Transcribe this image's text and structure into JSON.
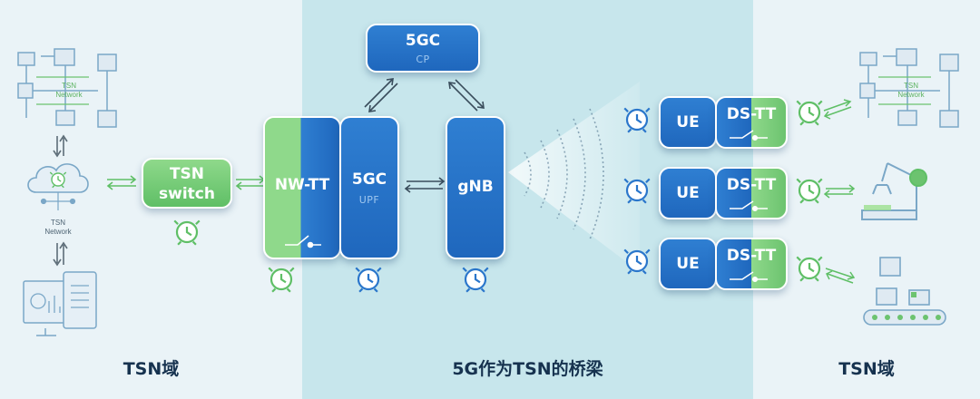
{
  "regions": {
    "left_label": "TSN域",
    "middle_label": "5G作为TSN的桥梁",
    "right_label": "TSN域"
  },
  "nodes": {
    "tsn_switch": "TSN\nswitch",
    "tsn_switch_line1": "TSN",
    "tsn_switch_line2": "switch",
    "nwtt": "NW-TT",
    "core_cp_title": "5GC",
    "core_cp_sub": "CP",
    "core_upf_title": "5GC",
    "core_upf_sub": "UPF",
    "gnb": "gNB",
    "ue_1": "UE",
    "ue_2": "UE",
    "ue_3": "UE",
    "dstt_1": "DS-TT",
    "dstt_2": "DS-TT",
    "dstt_3": "DS-TT"
  },
  "network_labels": {
    "left_top": [
      "TSN",
      "Network"
    ],
    "left_cloud": [
      "TSN",
      "Network"
    ],
    "right_top": [
      "TSN",
      "Network"
    ]
  },
  "colors": {
    "blue": "#2a76cb",
    "green": "#6cc36f",
    "dark_text": "#16324f",
    "icon_gray": "#8a98a3"
  },
  "icons": [
    "clock-icon",
    "switch-icon",
    "machine-icon",
    "robot-arm-icon",
    "conveyor-icon",
    "monitor-icon",
    "cloud-icon"
  ]
}
